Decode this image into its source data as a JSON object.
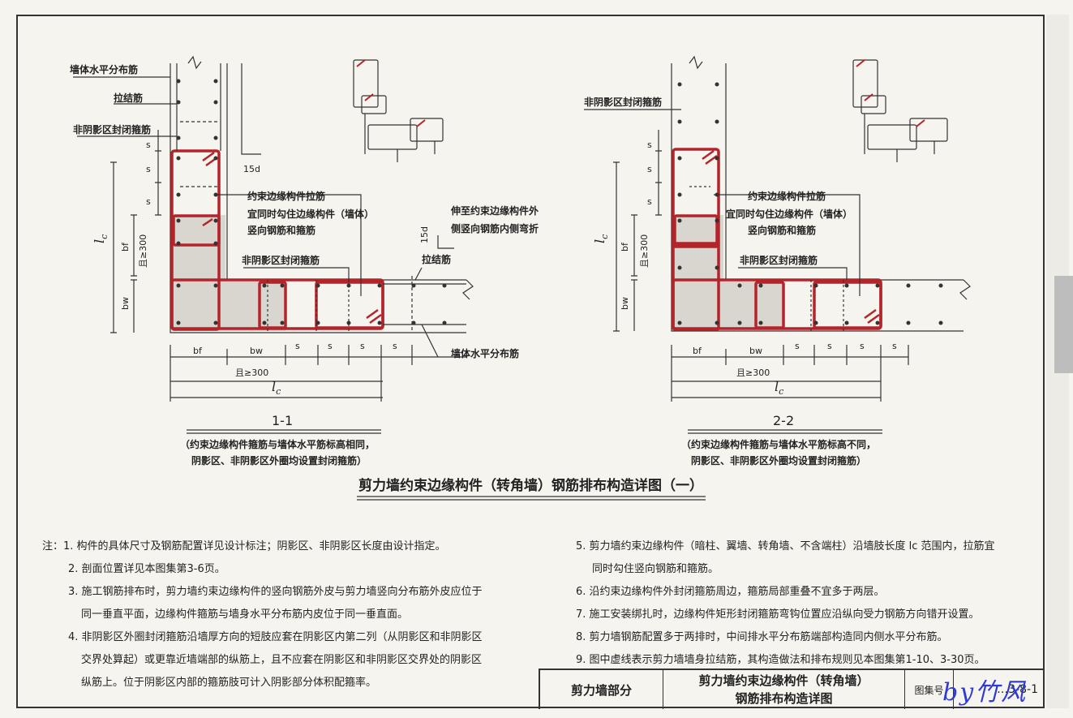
{
  "drawing": {
    "main_title": "剪力墙约束边缘构件（转角墙）钢筋排布构造详图（一）",
    "left": {
      "section_label": "1-1",
      "caption_line1": "（约束边缘构件箍筋与墙体水平筋标高相同，",
      "caption_line2": "阴影区、非阴影区外圈均设置封闭箍筋）",
      "label_wall_horiz_rebar_top": "墙体水平分布筋",
      "label_tie": "拉结筋",
      "label_non_shadow_hoop": "非阴影区封闭箍筋",
      "label_tie_constrained_1": "约束边缘构件拉筋",
      "label_tie_constrained_2": "宜同时勾住边缘构件（墙体）",
      "label_tie_constrained_3": "竖向钢筋和箍筋",
      "label_non_shadow_hoop_2": "非阴影区封闭箍筋",
      "label_extend_1": "伸至约束边缘构件外",
      "label_extend_2": "侧竖向钢筋内侧弯折",
      "label_tie_right": "拉结筋",
      "label_wall_horiz_rebar_bottom": "墙体水平分布筋",
      "dim_15d_top": "15d",
      "dim_15d_right": "15d"
    },
    "right": {
      "section_label": "2-2",
      "caption_line1": "（约束边缘构件箍筋与墙体水平筋标高不同，",
      "caption_line2": "阴影区、非阴影区外圈均设置封闭箍筋）",
      "label_non_shadow_hoop": "非阴影区封闭箍筋",
      "label_tie_constrained_1": "约束边缘构件拉筋",
      "label_tie_constrained_2": "宜同时勾住边缘构件（墙体）",
      "label_tie_constrained_3": "竖向钢筋和箍筋",
      "label_non_shadow_hoop_2": "非阴影区封闭箍筋"
    },
    "dims": {
      "s": "s",
      "bf": "bf",
      "bw": "bw",
      "lc": "lc",
      "lc_main": "l",
      "lc_sub": "c",
      "min300": "且≥300"
    }
  },
  "notes": {
    "prefix": "注：",
    "left": [
      "1. 构件的具体尺寸及钢筋配置详见设计标注；阴影区、非阴影区长度由设计指定。",
      "2. 剖面位置详见本图集第3-6页。",
      "3. 施工钢筋排布时，剪力墙约束边缘构件的竖向钢筋外皮与剪力墙竖向分布筋外皮应位于",
      "同一垂直平面，边缘构件箍筋与墙身水平分布筋内皮位于同一垂直面。",
      "4. 非阴影区外圈封闭箍筋沿墙厚方向的短肢应套在阴影区内第二列（从阴影区和非阴影区",
      "交界处算起）或更靠近墙端部的纵筋上，且不应套在阴影区和非阴影区交界处的阴影区",
      "纵筋上。位于阴影区内部的箍筋肢可计入阴影部分体积配箍率。"
    ],
    "right": [
      "5. 剪力墙约束边缘构件（暗柱、翼墙、转角墙、不含端柱）沿墙肢长度 lc 范围内，拉筋宜",
      "同时勾住竖向钢筋和箍筋。",
      "6. 沿约束边缘构件外封闭箍筋周边，箍筋局部重叠不宜多于两层。",
      "7. 施工安装绑扎时，边缘构件矩形封闭箍筋弯钩位置应沿纵向受力钢筋方向错开设置。",
      "8. 剪力墙钢筋配置多于两排时，中间排水平分布筋端部构造同内侧水平分布筋。",
      "9. 图中虚线表示剪力墙墙身拉结筋，其构造做法和排布规则见本图集第1-10、3-30页。"
    ]
  },
  "titleblock": {
    "section": "剪力墙部分",
    "title_line1": "剪力墙约束边缘构件（转角墙）",
    "title_line2": "钢筋排布构造详图",
    "atlas_label": "图集号",
    "atlas_no": "…3-8-1",
    "watermark": "by竹风"
  },
  "colors": {
    "rebar_red": "#b3242b",
    "line": "#333333",
    "fill_gray": "#d9d6cf"
  }
}
